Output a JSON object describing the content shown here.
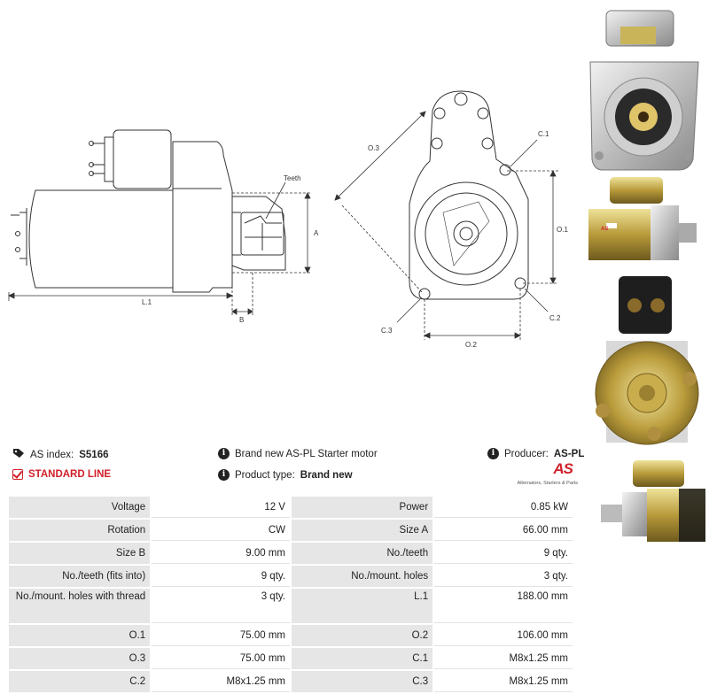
{
  "diagram": {
    "teeth_label": "Teeth",
    "a_label": "A",
    "b_label": "B",
    "l1_label": "L.1",
    "o3_label": "O.3",
    "o1_label": "O.1",
    "o2_label": "O.2",
    "c1_label": "C.1",
    "c2_label": "C.2",
    "c3_label": "C.3"
  },
  "info": {
    "as_index_label": "AS index:",
    "as_index_value": "S5166",
    "description": "Brand new AS-PL Starter motor",
    "producer_label": "Producer:",
    "producer_value": "AS-PL",
    "standard_line": "STANDARD LINE",
    "product_type_label": "Product type:",
    "product_type_value": "Brand new",
    "logo_text": "AS",
    "logo_subtext": "Alternators, Starters & Parts",
    "accent_color": "#d0202a"
  },
  "specs": [
    {
      "l1": "Voltage",
      "v1": "12 V",
      "l2": "Power",
      "v2": "0.85 kW"
    },
    {
      "l1": "Rotation",
      "v1": "CW",
      "l2": "Size A",
      "v2": "66.00 mm"
    },
    {
      "l1": "Size B",
      "v1": "9.00 mm",
      "l2": "No./teeth",
      "v2": "9 qty."
    },
    {
      "l1": "No./teeth (fits into)",
      "v1": "9 qty.",
      "l2": "No./mount. holes",
      "v2": "3 qty."
    },
    {
      "l1": "No./mount. holes with thread",
      "v1": "3 qty.",
      "l2": "L.1",
      "v2": "188.00 mm"
    },
    {
      "l1": "O.1",
      "v1": "75.00 mm",
      "l2": "O.2",
      "v2": "106.00 mm"
    },
    {
      "l1": "O.3",
      "v1": "75.00 mm",
      "l2": "C.1",
      "v2": "M8x1.25 mm"
    },
    {
      "l1": "C.2",
      "v1": "M8x1.25 mm",
      "l2": "C.3",
      "v2": "M8x1.25 mm"
    }
  ]
}
